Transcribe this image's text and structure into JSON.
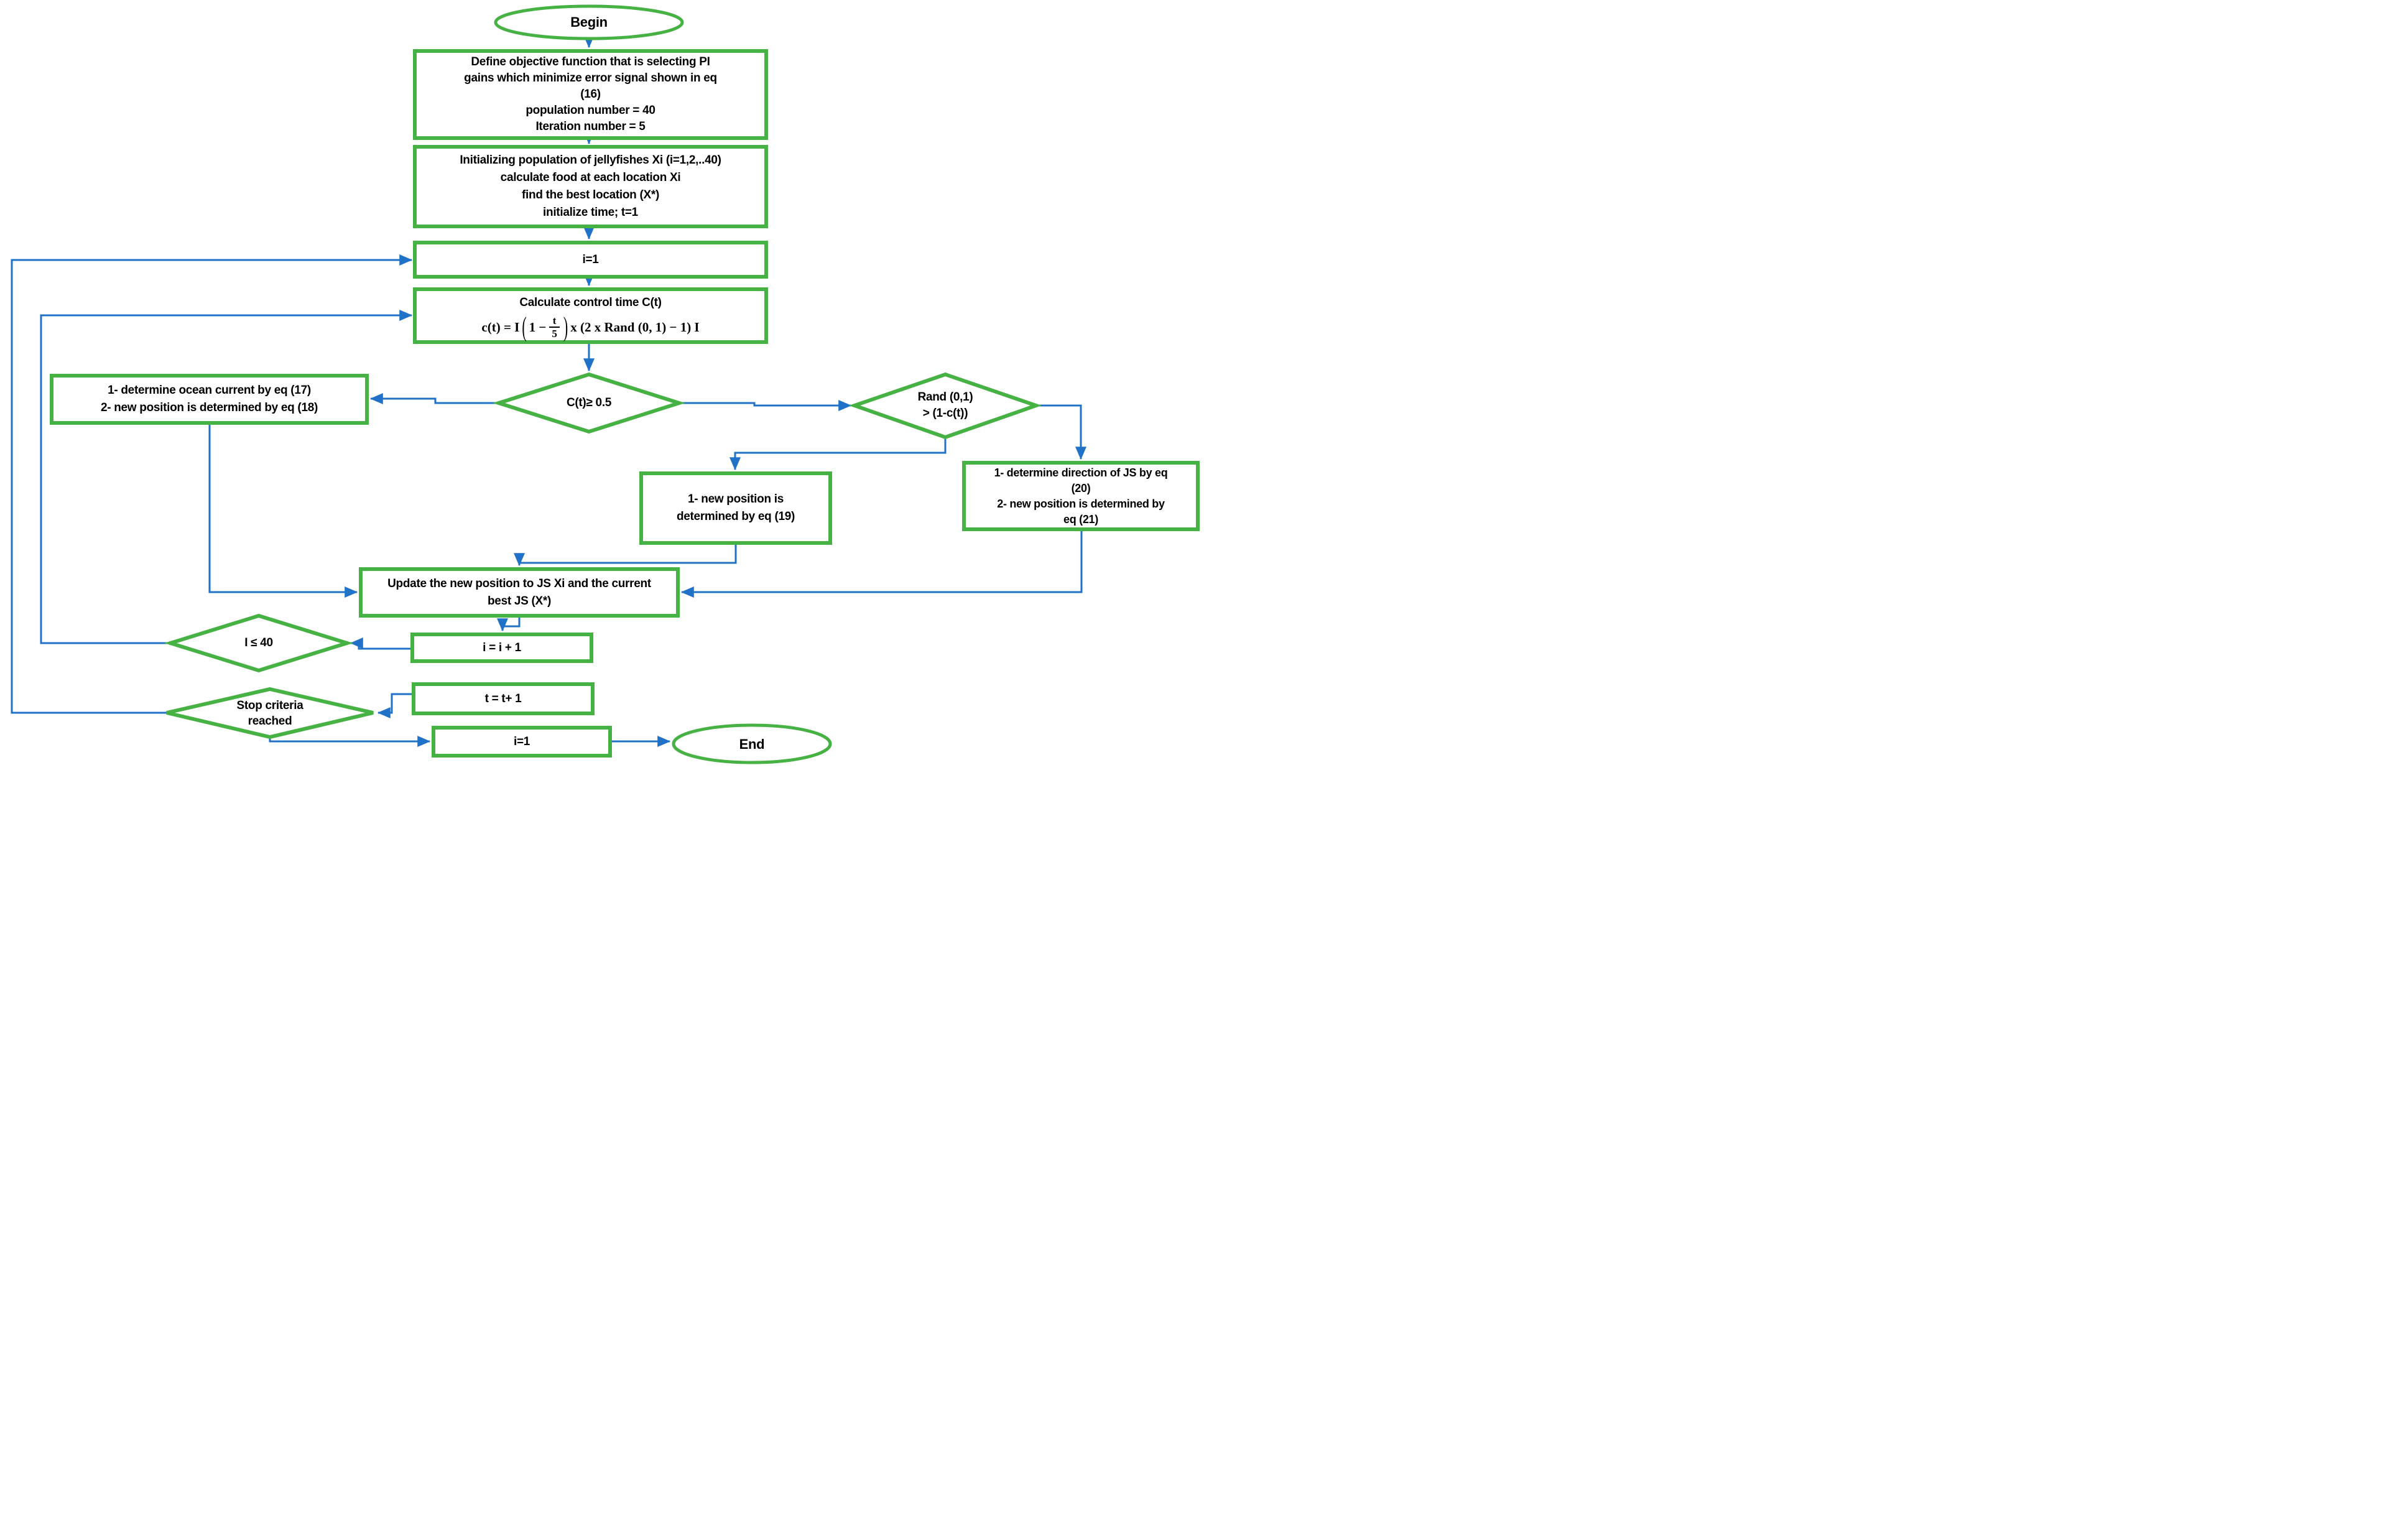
{
  "colors": {
    "shape_green": "#47B244",
    "connector_blue": "#1F72C8",
    "text_black": "#000000"
  },
  "nodes": {
    "begin": {
      "label": "Begin"
    },
    "define_objective": {
      "lines": [
        "Define objective function that is selecting PI",
        "gains which minimize error signal shown in eq",
        "(16)",
        "population number = 40",
        "Iteration number = 5"
      ]
    },
    "initialize_population": {
      "lines": [
        "Initializing population of jellyfishes Xi (i=1,2,..40)",
        "calculate food at each location Xi",
        "find the best location (X*)",
        "initialize time; t=1"
      ]
    },
    "i_equals_1_top": {
      "label": "i=1"
    },
    "control_time": {
      "title": "Calculate control time C(t)",
      "formula": {
        "lhs": "c(t) = I",
        "open_paren": "(",
        "one_minus": "1 −",
        "frac_num": "t",
        "frac_den": "5",
        "close_paren": ")",
        "rhs": "x (2 x Rand (0, 1) − 1) I"
      }
    },
    "ct_decision": {
      "label": "C(t)≥ 0.5"
    },
    "ocean_current": {
      "lines": [
        "1- determine ocean current by eq (17)",
        "2- new position is determined by eq (18)"
      ]
    },
    "rand_decision": {
      "lines": [
        "Rand (0,1)",
        "> (1-c(t))"
      ]
    },
    "eq19": {
      "lines": [
        "1- new position is",
        "determined by eq (19)"
      ]
    },
    "eq20_21": {
      "lines": [
        "1- determine direction of JS by eq",
        "(20)",
        "2- new position is determined by",
        "eq (21)"
      ]
    },
    "update_position": {
      "lines": [
        "Update the new position to JS Xi and the current",
        "best JS (X*)"
      ]
    },
    "increment_i": {
      "label": "i = i + 1"
    },
    "i40_decision": {
      "label": "I ≤ 40"
    },
    "increment_t": {
      "label": "t = t+ 1"
    },
    "stop_decision": {
      "lines": [
        "Stop criteria",
        "reached"
      ]
    },
    "i_equals_1_bottom": {
      "label": "i=1"
    },
    "end": {
      "label": "End"
    }
  }
}
